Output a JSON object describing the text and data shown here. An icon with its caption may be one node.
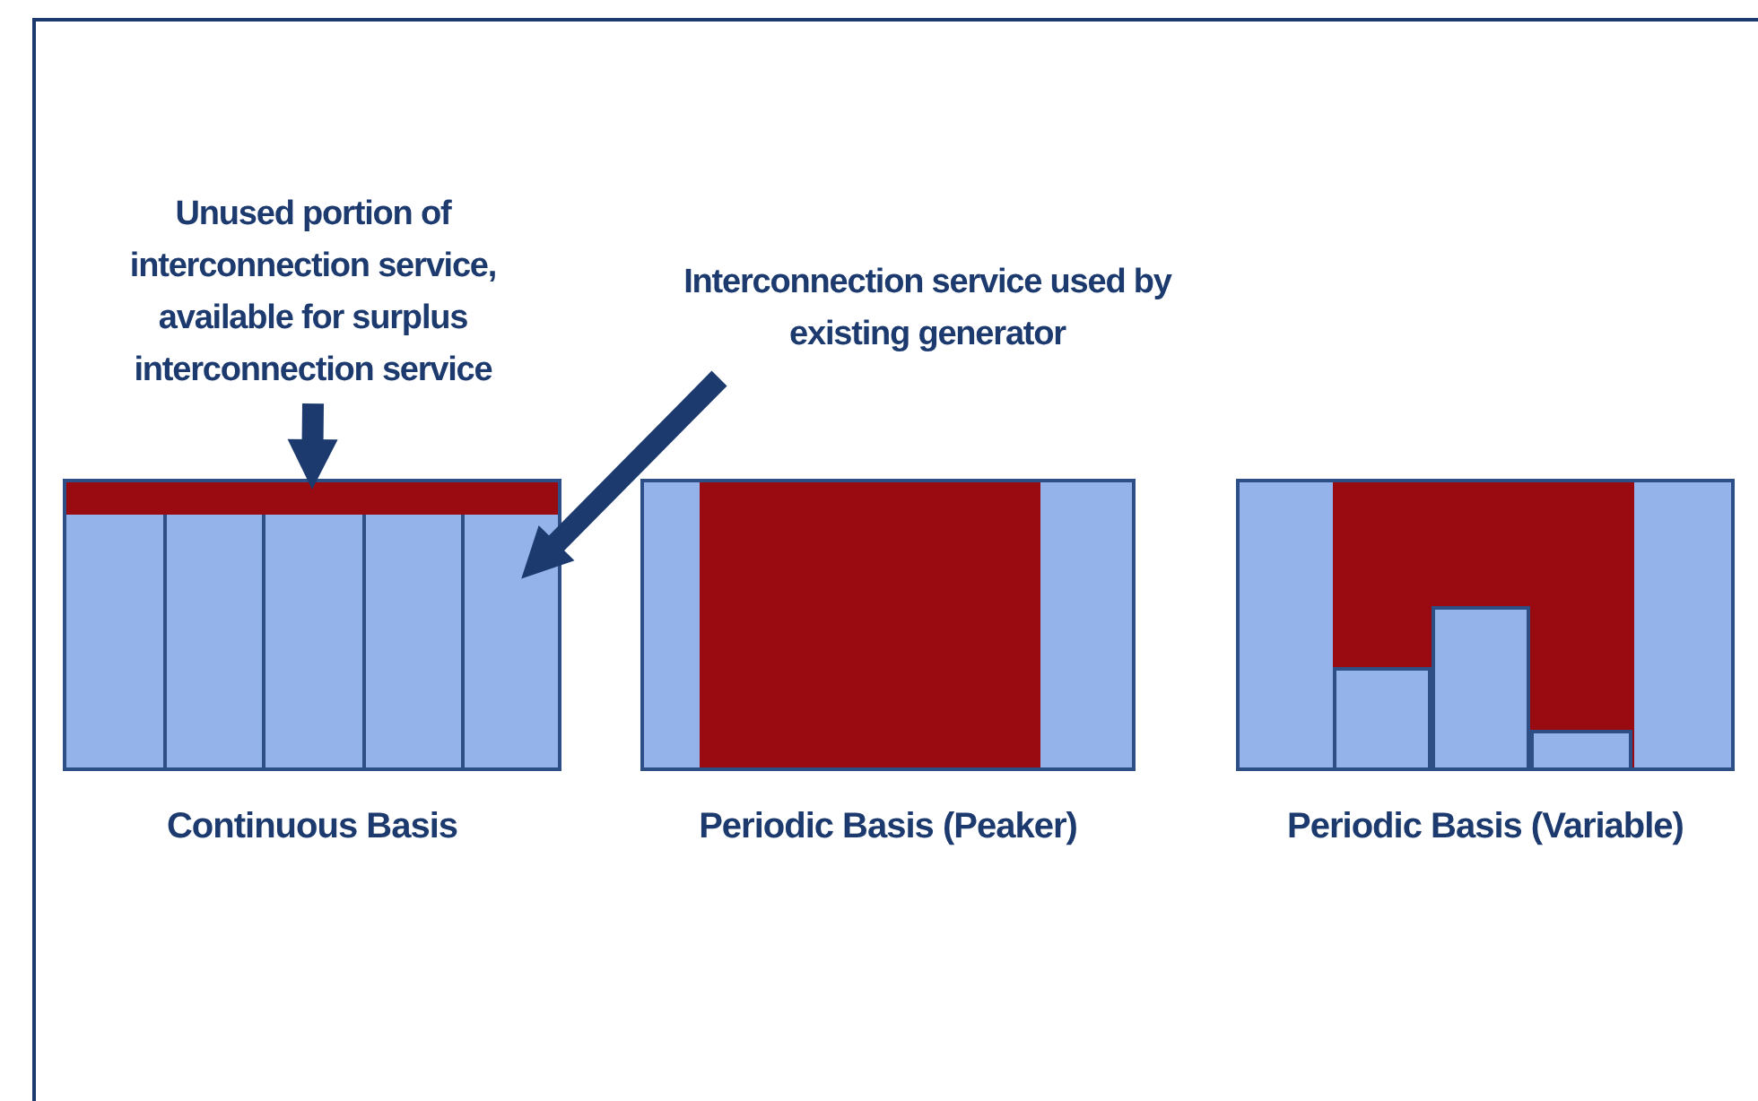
{
  "diagram": {
    "nodes": [
      {
        "text": [
          "Unused portion of interconnection service, available for surplus interconnection service"
        ]
      },
      {
        "text": [
          "Interconnection service used by existing generator"
        ]
      },
      {
        "text": [
          "Continuous Basis"
        ]
      },
      {
        "text": [],
        "shape": "bar",
        "in": 2
      },
      {
        "text": [],
        "shape": "bar",
        "in": 2
      },
      {
        "text": [],
        "shape": "bar",
        "in": 2
      },
      {
        "text": [],
        "shape": "bar",
        "in": 2
      },
      {
        "text": [],
        "shape": "bar",
        "in": 2
      },
      {
        "text": [],
        "shape": "bar",
        "in": 2
      },
      {
        "text": [
          "Periodic Basis (Peaker)"
        ]
      },
      {
        "text": [
          "Periodic Basis (Variable)"
        ]
      }
    ],
    "edges": [
      {
        "from": 0,
        "to": 3,
        "arrow": "to"
      },
      {
        "from": 1,
        "to": 8,
        "arrow": "to"
      }
    ]
  }
}
